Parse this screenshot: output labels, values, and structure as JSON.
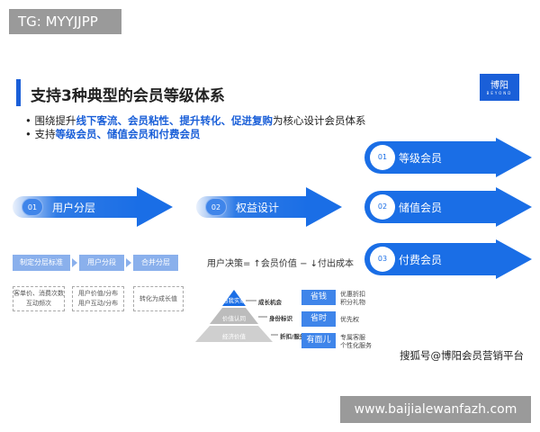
{
  "watermark_top": "TG: MYYJJPP",
  "title": "支持3种典型的会员等级体系",
  "logo": {
    "text": "博阳",
    "sub": "BEYOND"
  },
  "bullets": [
    {
      "pre": "围绕提升",
      "hl": "线下客流、会员粘性、提升转化、促进复购",
      "post": "为核心设计会员体系"
    },
    {
      "pre": "支持",
      "hl": "等级会员、储值会员和付费会员",
      "post": ""
    }
  ],
  "flow": [
    {
      "num": "01",
      "label": "用户分层"
    },
    {
      "num": "02",
      "label": "权益设计"
    }
  ],
  "types": [
    {
      "num": "01",
      "label": "等级会员"
    },
    {
      "num": "02",
      "label": "储值会员"
    },
    {
      "num": "03",
      "label": "付费会员"
    }
  ],
  "steps": [
    "制定分层标准",
    "用户分段",
    "合并分层"
  ],
  "step_details": [
    [
      "客单价、消费次数",
      "互动频次"
    ],
    [
      "用户价值/分布",
      "用户互动/分布"
    ],
    [
      "转化为成长值"
    ]
  ],
  "equation": "用户决策= ↑会员价值 − ↓付出成本",
  "pyramid": [
    {
      "level": "自我实现",
      "benefit": "成长机会"
    },
    {
      "level": "价值认同",
      "benefit": "身份标识"
    },
    {
      "level": "经济价值",
      "benefit": "折扣/服务"
    }
  ],
  "benefits": [
    {
      "tag": "省钱",
      "desc": [
        "优惠折扣",
        "积分礼物"
      ]
    },
    {
      "tag": "省时",
      "desc": [
        "优先权"
      ]
    },
    {
      "tag": "有面儿",
      "desc": [
        "专属客服",
        "个性化服务"
      ]
    }
  ],
  "source": "搜狐号@博阳会员营销平台",
  "watermark_bottom": "www.baijialewanfazh.com",
  "colors": {
    "accent": "#1a6ee6",
    "light": "#8ab0ec"
  }
}
